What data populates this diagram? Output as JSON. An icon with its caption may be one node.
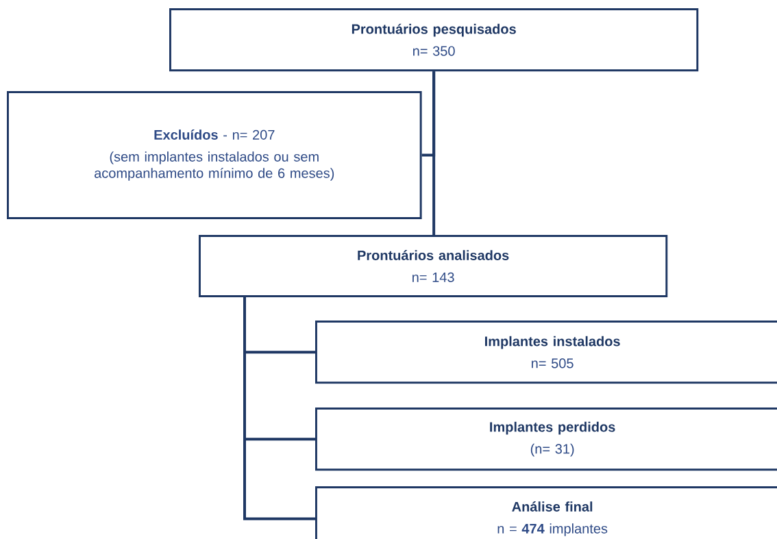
{
  "diagram": {
    "nodes": [
      {
        "text": [
          "Prontuários pesquisados",
          "n= 350"
        ]
      },
      {
        "text": [
          "**Excluídos** - n= 207",
          "(sem implantes instalados ou sem acompanhamento mínimo de 6 meses)"
        ]
      },
      {
        "text": [
          "Prontuários analisados",
          "n= 143"
        ]
      },
      {
        "text": [
          "Implantes instalados",
          "n= 505"
        ]
      },
      {
        "text": [
          "Implantes perdidos",
          "(n= 31)"
        ]
      },
      {
        "text": [
          "Análise final",
          "n = **474** implantes"
        ]
      }
    ],
    "edges": [
      {
        "from": 0,
        "to": 1,
        "arrow": "none"
      },
      {
        "from": 0,
        "to": 2,
        "arrow": "none"
      },
      {
        "from": 2,
        "to": 3,
        "arrow": "none"
      },
      {
        "from": 2,
        "to": 4,
        "arrow": "none"
      },
      {
        "from": 2,
        "to": 5,
        "arrow": "none"
      }
    ]
  }
}
